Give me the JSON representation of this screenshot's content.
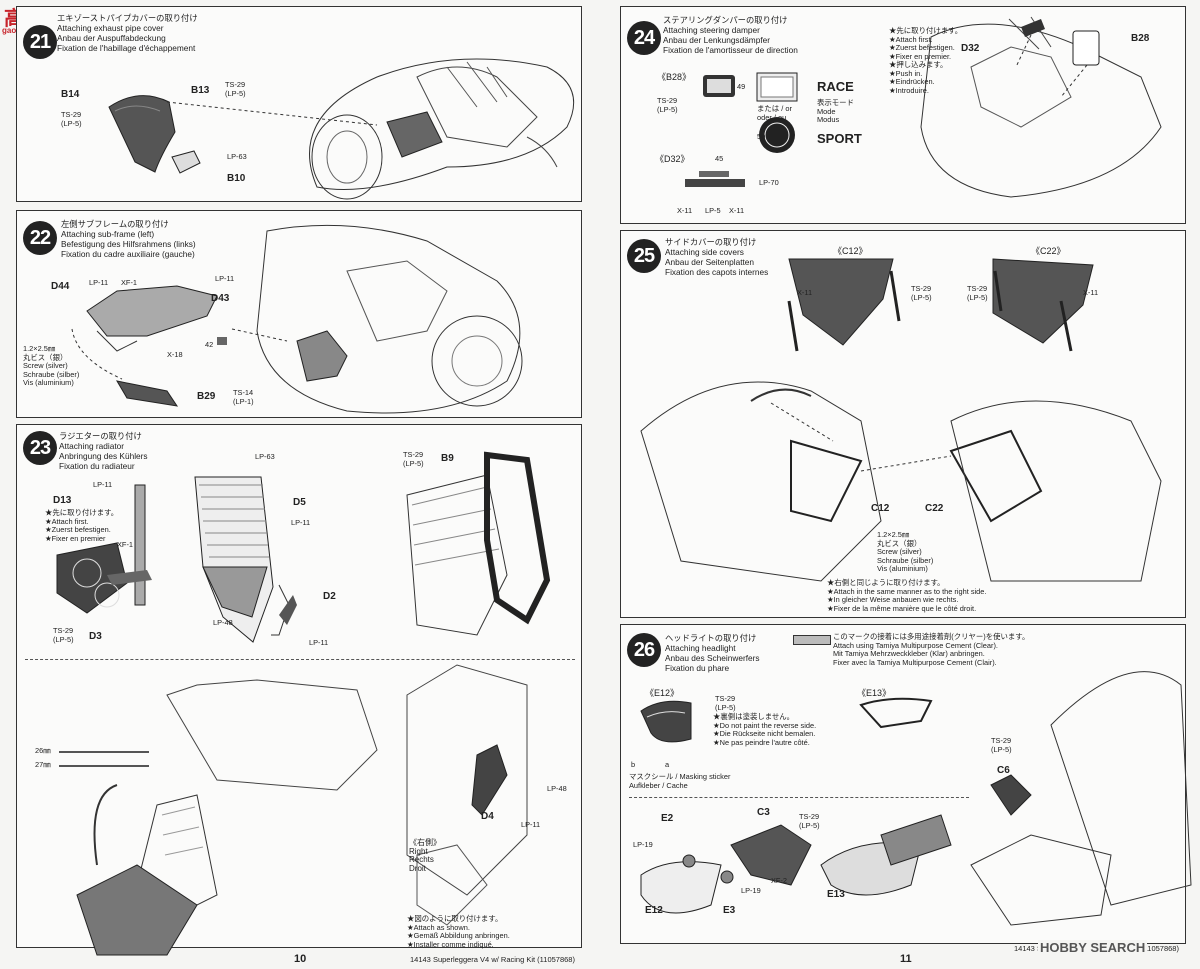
{
  "watermark": {
    "logo_text": "高手网",
    "url": "gaoshou.cn"
  },
  "hobby_search": "HOBBY SEARCH",
  "footer_left": {
    "code": "14143 Superleggera V4 w/ Racing Kit (11057868)",
    "page": "10"
  },
  "footer_right": {
    "code": "14143 Superleggera V4 w/ Racing Kit (11057868)",
    "page": "11"
  },
  "steps": {
    "s21": {
      "num": "21",
      "title": "エキゾーストパイプカバーの取り付け\nAttaching exhaust pipe cover\nAnbau der Auspuffabdeckung\nFixation de l'habillage d'échappement",
      "labels": {
        "b14": "B14",
        "b13": "B13",
        "b10": "B10",
        "ts29a": "TS-29\n(LP-5)",
        "ts29b": "TS-29\n(LP-5)",
        "lp63": "LP-63"
      }
    },
    "s22": {
      "num": "22",
      "title": "左側サブフレームの取り付け\nAttaching sub-frame (left)\nBefestigung des Hilfsrahmens (links)\nFixation du cadre auxiliaire (gauche)",
      "labels": {
        "d44": "D44",
        "d43": "D43",
        "b29": "B29",
        "lp11a": "LP-11",
        "xf1": "XF-1",
        "lp11b": "LP-11",
        "x18": "X-18",
        "screw": "1.2×2.5㎜\n丸ビス（銀）\nScrew (silver)\nSchraube (silber)\nVis (aluminium)",
        "ts14": "TS-14\n(LP-1)",
        "n42": "42"
      }
    },
    "s23": {
      "num": "23",
      "title": "ラジエターの取り付け\nAttaching radiator\nAnbringung des Kühlers\nFixation du radiateur",
      "labels": {
        "d13": "D13",
        "d5": "D5",
        "d3": "D3",
        "d2": "D2",
        "d4": "D4",
        "b9": "B9",
        "lp11a": "LP-11",
        "lp63": "LP-63",
        "lp11b": "LP-11",
        "xf1": "XF-1",
        "lp48": "LP-48",
        "lp11c": "LP-11",
        "lp11d": "LP-11",
        "lp48b": "LP-48",
        "ts29a": "TS-29\n(LP-5)",
        "ts29b": "TS-29\n(LP-5)",
        "first": "★先に取り付けます。\n★Attach first.\n★Zuerst befestigen.\n★Fixer en premier",
        "e26": "26㎜",
        "f27": "27㎜",
        "right": "《右側》\nRight\nRechts\nDroit",
        "asshown": "★図のように取り付けます。\n★Attach as shown.\n★Gemäß Abbildung anbringen.\n★Installer comme indiqué."
      }
    },
    "s24": {
      "num": "24",
      "title": "ステアリングダンパーの取り付け\nAttaching steering damper\nAnbau der Lenkungsdämpfer\nFixation de l'amortisseur de direction",
      "labels": {
        "b28a": "《B28》",
        "b28b": "B28",
        "d32a": "《D32》",
        "d32b": "D32",
        "ts29": "TS-29\n(LP-5)",
        "race": "RACE",
        "sport": "SPORT",
        "or": "または / or\noder / ou",
        "mode": "表示モード\nMode\nModus",
        "n49": "49",
        "n50": "50",
        "n45": "45",
        "lp70": "LP-70",
        "x11a": "X-11",
        "lp5": "LP-5",
        "x11b": "X-11",
        "first": "★先に取り付けます。\n★Attach first.\n★Zuerst befestigen.\n★Fixer en premier.",
        "pushin": "★押し込みます。\n★Push in.\n★Eindrücken.\n★Introduire."
      }
    },
    "s25": {
      "num": "25",
      "title": "サイドカバーの取り付け\nAttaching side covers\nAnbau der Seitenplatten\nFixation des capots internes",
      "labels": {
        "c12a": "《C12》",
        "c22a": "《C22》",
        "c12b": "C12",
        "c22b": "C22",
        "x11a": "X-11",
        "x11b": "X-11",
        "ts29a": "TS-29\n(LP-5)",
        "ts29b": "TS-29\n(LP-5)",
        "screw": "1.2×2.5㎜\n丸ビス（銀）\nScrew (silver)\nSchraube (silber)\nVis (aluminium)",
        "same": "★右側と同じように取り付けます。\n★Attach in the same manner as to the right side.\n★In gleicher Weise anbauen wie rechts.\n★Fixer de la même manière que le côté droit."
      }
    },
    "s26": {
      "num": "26",
      "title": "ヘッドライトの取り付け\nAttaching headlight\nAnbau des Scheinwerfers\nFixation du phare",
      "cement": "このマークの接着には多用途接着剤(クリヤー)を使います。\nAttach using Tamiya Multipurpose Cement (Clear).\nMit Tamiya Mehrzweckkleber (Klar) anbringen.\nFixer avec la Tamiya Multipurpose Cement (Clair).",
      "labels": {
        "e12a": "《E12》",
        "e13a": "《E13》",
        "ts29a": "TS-29\n(LP-5)",
        "ts29b": "TS-29\n(LP-5)",
        "ts29c": "TS-29\n(LP-5)",
        "c6": "C6",
        "c3": "C3",
        "e2": "E2",
        "e3": "E3",
        "e12b": "E12",
        "e13b": "E13",
        "lp19a": "LP-19",
        "lp19b": "LP-19",
        "xf2": "XF-2",
        "reverse": "★裏側は塗装しません。\n★Do not paint the reverse side.\n★Die Rückseite nicht bemalen.\n★Ne pas peindre l'autre côté.",
        "mask": "マスクシール / Masking sticker\nAufkleber / Cache",
        "a": "a",
        "b": "b"
      }
    }
  }
}
